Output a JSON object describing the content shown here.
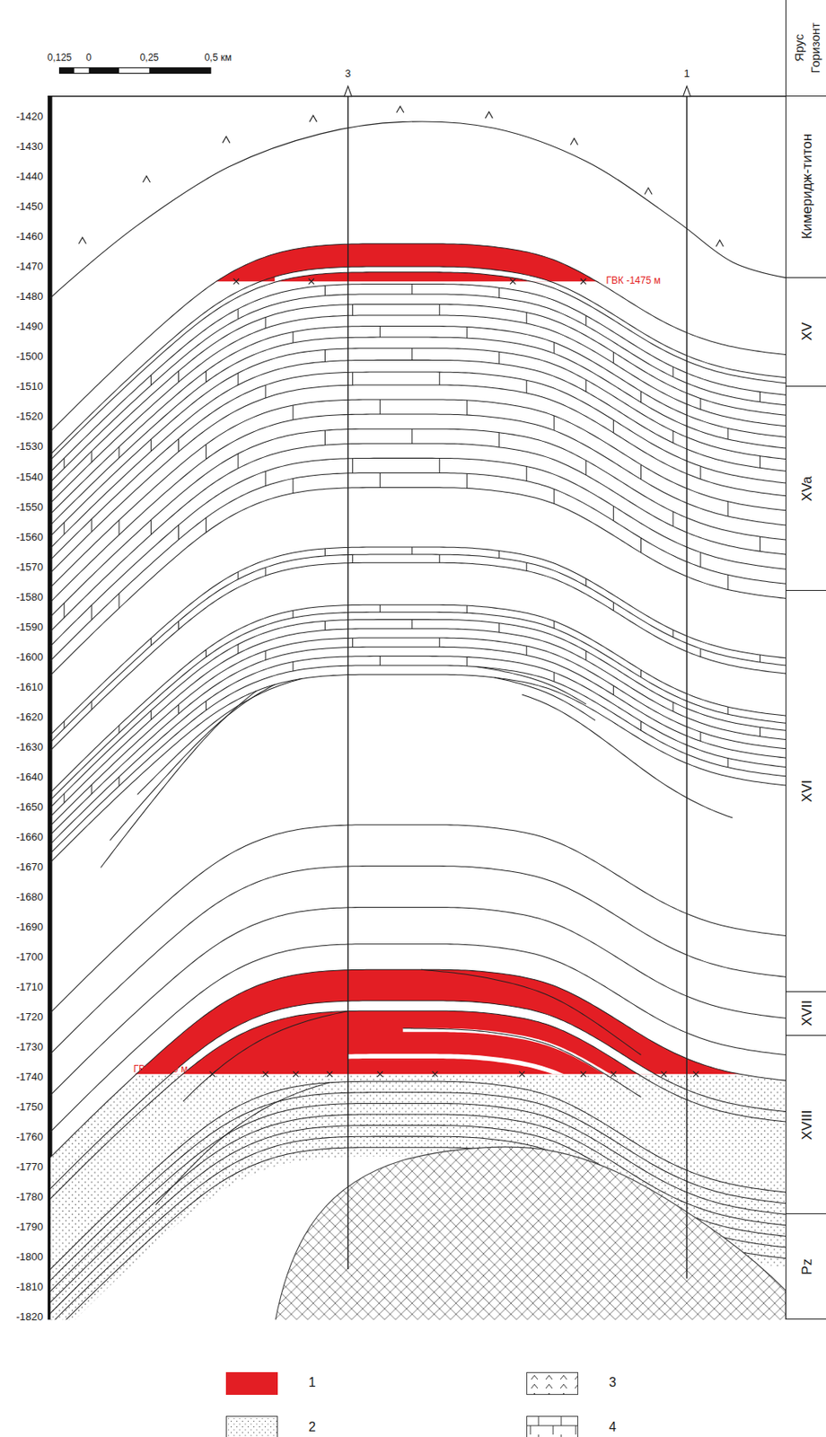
{
  "diagram": {
    "nodes": [
      {
        "text": [
          "Ярус",
          "Горизонт"
        ]
      },
      {
        "text": [
          "Кимеридж-титон"
        ]
      },
      {
        "text": [
          "XV"
        ]
      },
      {
        "text": [
          "XVa"
        ]
      },
      {
        "text": [
          "XVI"
        ]
      },
      {
        "text": [
          "XVII"
        ]
      },
      {
        "text": [
          "XVIII"
        ]
      },
      {
        "text": [
          "Pz"
        ]
      }
    ],
    "labels": [
      "0,125",
      "0",
      "0,25",
      "0,5 км",
      "3",
      "1",
      "-1420",
      "-1430",
      "-1440",
      "-1450",
      "-1460",
      "-1470",
      "-1480",
      "-1490",
      "-1500",
      "-1510",
      "-1520",
      "-1530",
      "-1540",
      "-1550",
      "-1560",
      "-1570",
      "-1580",
      "-1590",
      "-1600",
      "-1610",
      "-1620",
      "-1630",
      "-1640",
      "-1650",
      "-1660",
      "-1670",
      "-1680",
      "-1690",
      "-1700",
      "-1710",
      "-1720",
      "-1730",
      "-1740",
      "-1750",
      "-1760",
      "-1770",
      "-1780",
      "-1790",
      "-1800",
      "-1810",
      "-1820",
      "ГВК -1475 м",
      "ГВК -1739 м"
    ],
    "legend": [
      {
        "text": "1",
        "color": "#e31e24"
      },
      {
        "text": "2"
      },
      {
        "text": "3"
      },
      {
        "text": "4"
      }
    ]
  }
}
